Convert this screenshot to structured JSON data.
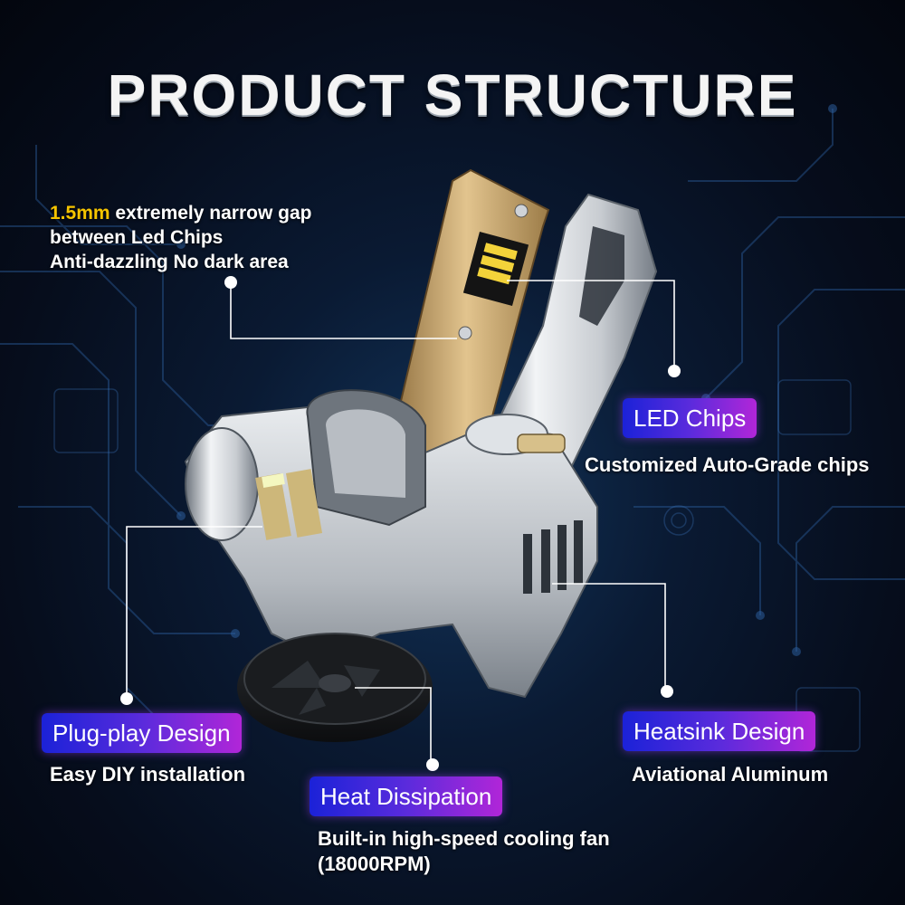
{
  "title": "PRODUCT STRUCTURE",
  "gap_note": {
    "highlight": "1.5mm",
    "line1_rest": " extremely narrow gap",
    "line2": "between Led Chips",
    "line3": "Anti-dazzling No dark area"
  },
  "features": [
    {
      "label": "LED Chips",
      "desc": "Customized Auto-Grade chips"
    },
    {
      "label": "Plug-play Design",
      "desc": "Easy DIY installation"
    },
    {
      "label": "Heatsink Design",
      "desc": "Aviational Aluminum"
    },
    {
      "label": "Heat Dissipation",
      "desc": "Built-in high-speed cooling fan (18000RPM)"
    }
  ],
  "colors": {
    "accent_yellow": "#f5c400",
    "badge_start": "#1b22d8",
    "badge_end": "#b126d8",
    "chip_yellow": "#f3d33a"
  }
}
